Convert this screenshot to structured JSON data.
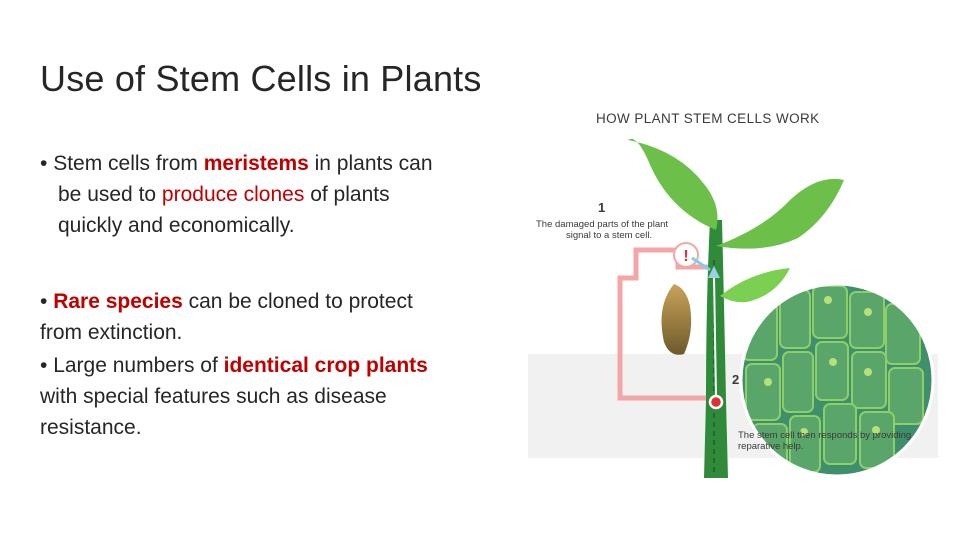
{
  "slide": {
    "title": "Use of Stem Cells in Plants"
  },
  "bullets": {
    "b1": {
      "marker": "•",
      "pre": "Stem cells from ",
      "meristems": "meristems",
      "mid": " in plants can",
      "pre2": "be used to ",
      "produce_clones": "produce clones",
      "post2": " of plants",
      "line3": "quickly and economically."
    },
    "b2": {
      "marker": "•",
      "rare_species": "Rare species",
      "rest1": " can be cloned to protect",
      "rest2": "from extinction."
    },
    "b3": {
      "marker": "•",
      "pre": "Large numbers of ",
      "identical": "identical crop plants",
      "rest2": "with special features such as disease",
      "rest3": "resistance."
    }
  },
  "figure": {
    "title": "HOW PLANT STEM CELLS WORK",
    "step1_number": "1",
    "step1_text_line1": "The damaged parts of the plant",
    "step1_text_line2": "signal to a stem cell.",
    "alert_symbol": "!",
    "step2_number": "2",
    "step2_text_line1": "The stem cell then responds by providing",
    "step2_text_line2": "reparative help.",
    "colors": {
      "accent_red": "#c00000",
      "signal_pink": "#f08a8a",
      "leaf_green": "#6cc04a",
      "stem_green": "#2f8a3a",
      "cell_green": "#3f8f6c"
    }
  }
}
